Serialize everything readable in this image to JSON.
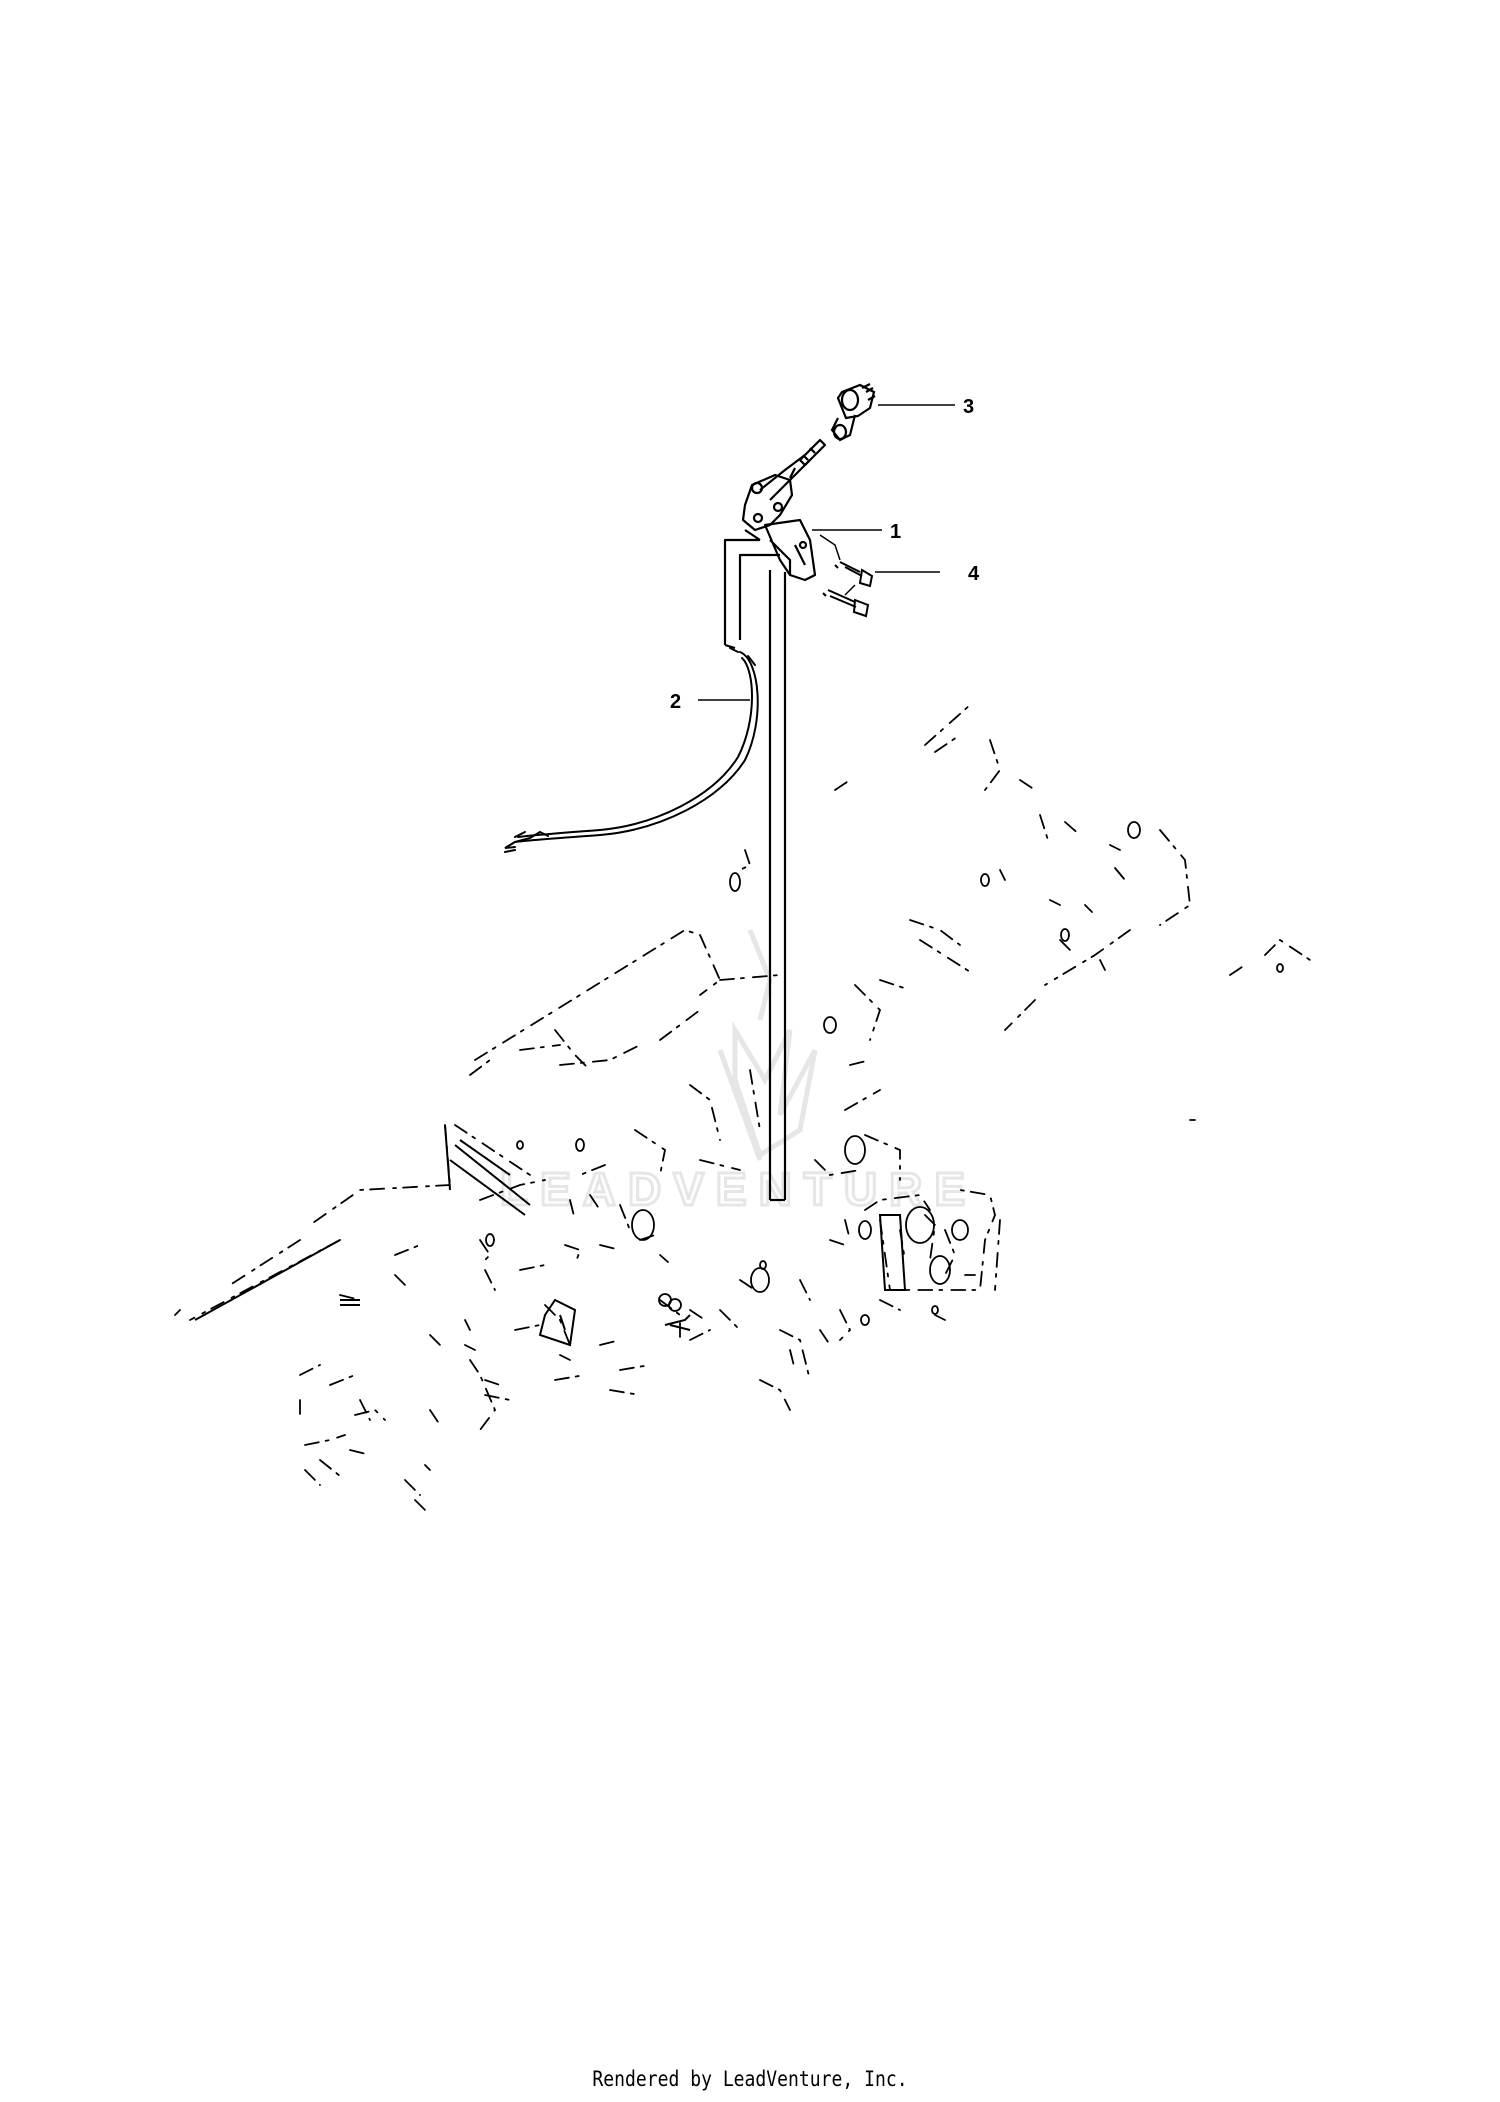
{
  "callouts": [
    {
      "number": "1",
      "part": "control-bracket"
    },
    {
      "number": "2",
      "part": "cable"
    },
    {
      "number": "3",
      "part": "knob"
    },
    {
      "number": "4",
      "part": "screw"
    }
  ],
  "watermark": "LEADVENTURE",
  "footer": "Rendered by LeadVenture, Inc.",
  "colors": {
    "line": "#000000",
    "watermark": "#e6e6e6",
    "background": "#ffffff"
  }
}
